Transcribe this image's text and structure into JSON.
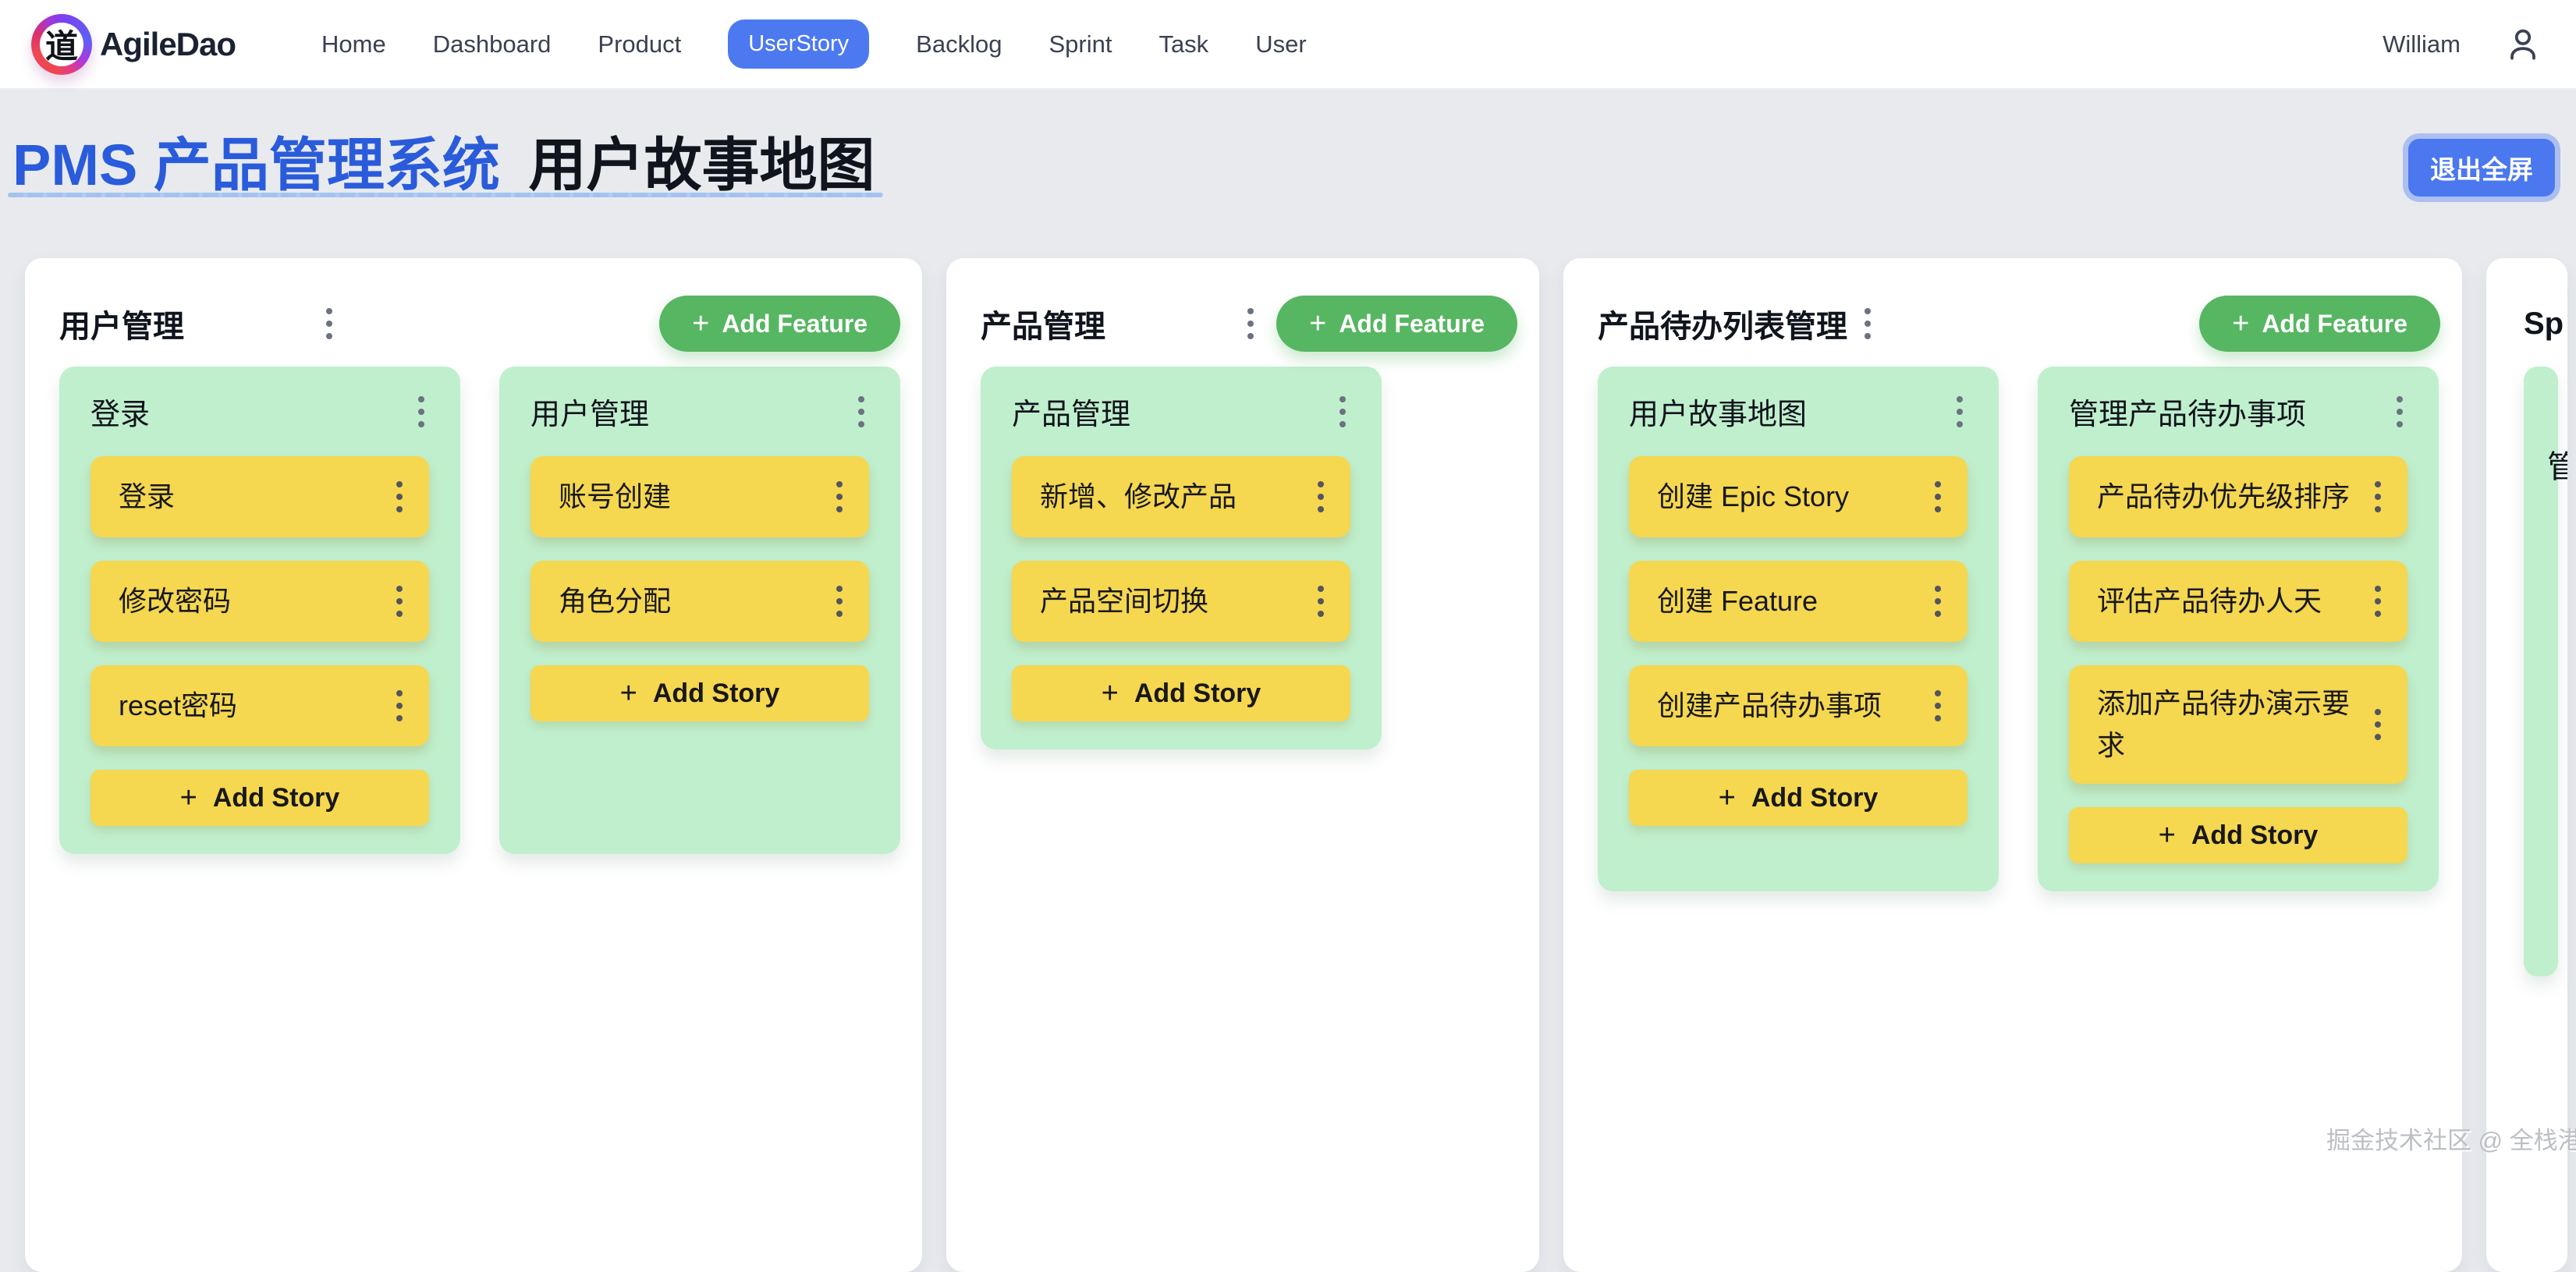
{
  "nav": {
    "logo_char": "道",
    "brand": "AgileDao",
    "items": [
      {
        "label": "Home",
        "active": false
      },
      {
        "label": "Dashboard",
        "active": false
      },
      {
        "label": "Product",
        "active": false
      },
      {
        "label": "UserStory",
        "active": true
      },
      {
        "label": "Backlog",
        "active": false
      },
      {
        "label": "Sprint",
        "active": false
      },
      {
        "label": "Task",
        "active": false
      },
      {
        "label": "User",
        "active": false
      }
    ],
    "user_name": "William"
  },
  "header": {
    "title_primary": "PMS 产品管理系统",
    "title_secondary": "用户故事地图",
    "exit_fullscreen_label": "退出全屏"
  },
  "labels": {
    "plus": "+",
    "add_feature": "Add Feature",
    "add_story": "Add Story"
  },
  "board": {
    "epics": [
      {
        "title": "用户管理",
        "features": [
          {
            "title": "登录",
            "stories": [
              "登录",
              "修改密码",
              "reset密码"
            ]
          },
          {
            "title": "用户管理",
            "stories": [
              "账号创建",
              "角色分配"
            ]
          }
        ]
      },
      {
        "title": "产品管理",
        "features": [
          {
            "title": "产品管理",
            "stories": [
              "新增、修改产品",
              "产品空间切换"
            ]
          }
        ]
      },
      {
        "title": "产品待办列表管理",
        "features": [
          {
            "title": "用户故事地图",
            "stories": [
              "创建 Epic Story",
              "创建 Feature",
              "创建产品待办事项"
            ]
          },
          {
            "title": "管理产品待办事项",
            "stories": [
              "产品待办优先级排序",
              "评估产品待办人天",
              "添加产品待办演示要求"
            ]
          }
        ]
      },
      {
        "title": "Sp",
        "features": [
          {
            "title": "管",
            "stories": []
          }
        ]
      }
    ]
  },
  "watermark": "掘金技术社区 @ 全栈港",
  "colors": {
    "accent_blue": "#4c79f0",
    "title_blue": "#2a5bdb",
    "button_green": "#56b662",
    "feature_green": "#c0efcd",
    "story_yellow": "#f5d750",
    "page_bg": "#e8eaee"
  }
}
